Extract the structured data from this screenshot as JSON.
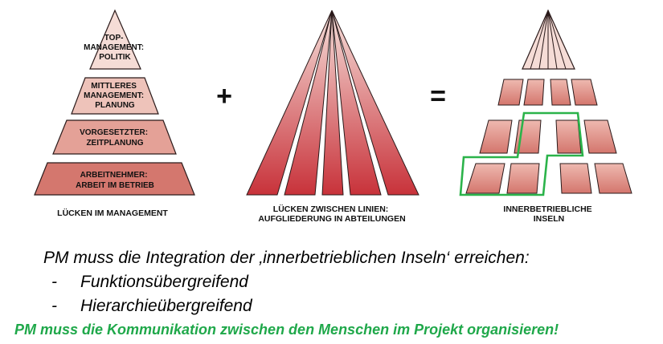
{
  "left_pyramid": {
    "levels": [
      {
        "lines": [
          "TOP-",
          "MANAGEMENT:",
          "POLITIK"
        ]
      },
      {
        "lines": [
          "MITTLERES",
          "MANAGEMENT:",
          "PLANUNG"
        ]
      },
      {
        "lines": [
          "VORGESETZTER:",
          "ZEITPLANUNG"
        ]
      },
      {
        "lines": [
          "ARBEITNEHMER:",
          "ARBEIT IM BETRIEB"
        ]
      }
    ],
    "caption": [
      "LÜCKEN IM MANAGEMENT"
    ]
  },
  "operator_plus": "+",
  "middle_pyramid": {
    "caption": [
      "LÜCKEN ZWISCHEN LINIEN:",
      "AUFGLIEDERUNG IN ABTEILUNGEN"
    ]
  },
  "operator_equals": "=",
  "right_pyramid": {
    "caption": [
      "INNERBETRIEBLICHE",
      "INSELN"
    ]
  },
  "headline": "PM muss die Integration der ‚innerbetrieblichen Inseln‘ erreichen:",
  "bullets": [
    {
      "dash": "-",
      "text": "Funktionsübergreifend"
    },
    {
      "dash": "-",
      "text": "Hierarchieübergreifend"
    }
  ],
  "footer": "PM muss die Kommunikation zwischen den Menschen im Projekt organisieren!",
  "colors": {
    "level_top": "#f5dcd6",
    "level_2": "#eec3ba",
    "level_3": "#e4a197",
    "level_4": "#d4776e",
    "outline": "#2a1a1a",
    "highlight": "#2bb34a",
    "footer_text": "#1fa84a"
  }
}
